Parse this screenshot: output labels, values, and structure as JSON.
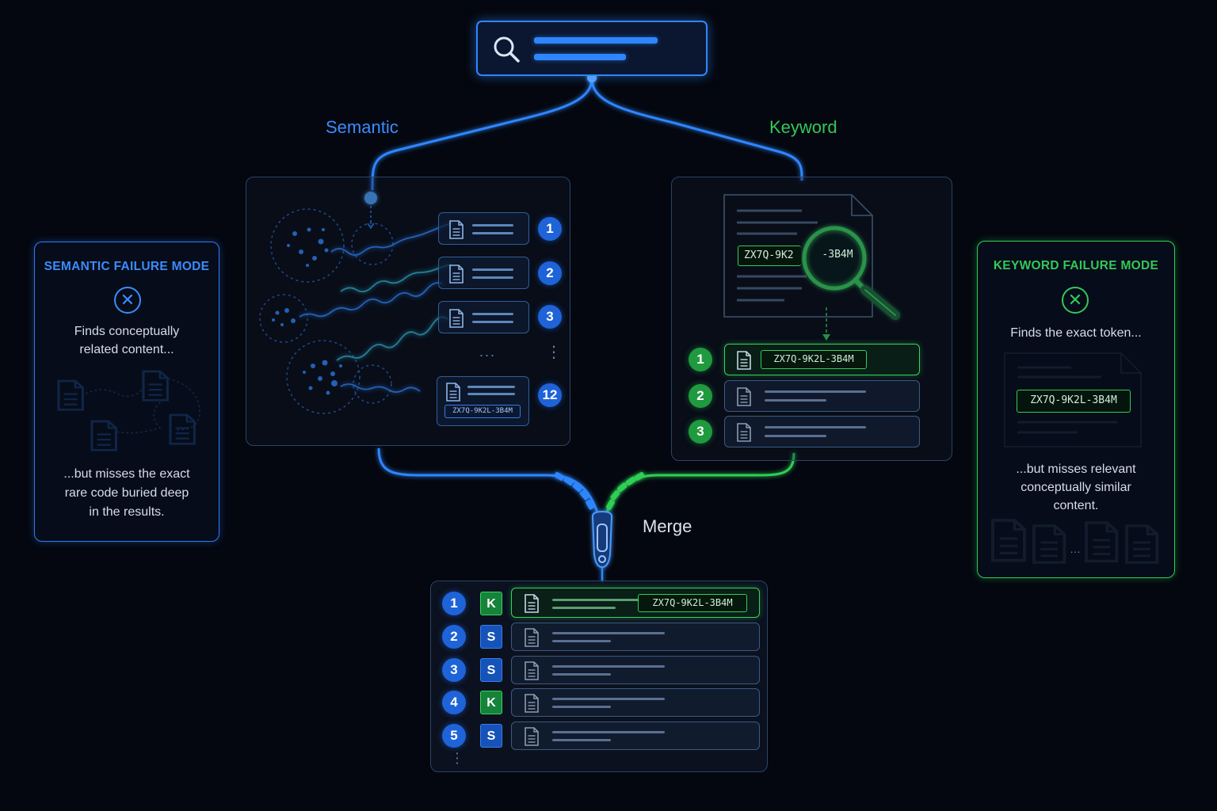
{
  "branches": {
    "semantic": "Semantic",
    "keyword": "Keyword",
    "merge": "Merge"
  },
  "semantic_failure": {
    "title": "SEMANTIC FAILURE MODE",
    "line1": "Finds conceptually",
    "line2": "related content...",
    "bottom1": "...but misses the exact",
    "bottom2": "rare code buried deep",
    "bottom3": "in the results."
  },
  "keyword_failure": {
    "title": "KEYWORD FAILURE MODE",
    "line1": "Finds the exact token...",
    "bottom1": "...but misses relevant",
    "bottom2": "conceptually similar",
    "bottom3": "content.",
    "code": "ZX7Q-9K2L-3B4M"
  },
  "semantic_panel": {
    "ranks": [
      "1",
      "2",
      "3",
      "12"
    ],
    "ellipsis_h": "...",
    "ellipsis_v": "⋮",
    "code": "ZX7Q-9K2L-3B4M"
  },
  "keyword_panel": {
    "doc_code_left": "ZX7Q-9K2",
    "doc_code_right": "-3B4M",
    "ranks": [
      "1",
      "2",
      "3"
    ],
    "result_code": "ZX7Q-9K2L-3B4M"
  },
  "merged_results": {
    "rows": [
      {
        "rank": "1",
        "source": "K",
        "code": "ZX7Q-9K2L-3B4M"
      },
      {
        "rank": "2",
        "source": "S"
      },
      {
        "rank": "3",
        "source": "S"
      },
      {
        "rank": "4",
        "source": "K"
      },
      {
        "rank": "5",
        "source": "S"
      }
    ],
    "more": "⋮"
  },
  "colors": {
    "semantic": "#2e86ff",
    "keyword": "#2fcf55",
    "background": "#04070f"
  },
  "icons": [
    "search-icon",
    "document-icon",
    "x-circle-icon",
    "magnifier-icon",
    "zipper-icon"
  ]
}
